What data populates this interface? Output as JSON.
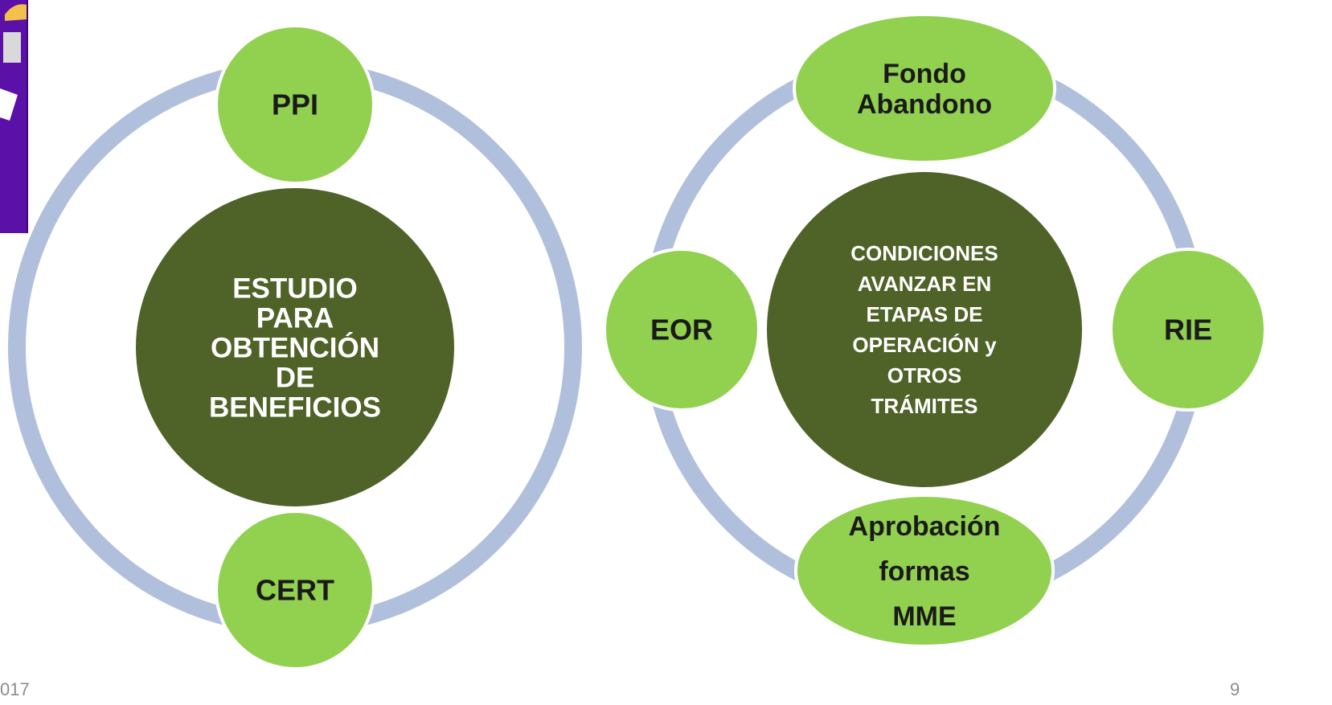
{
  "colors": {
    "ring": "#b0c0dc",
    "outer_node": "#92d050",
    "center_node": "#4f6228",
    "center_text": "#ffffff",
    "outer_text": "#1a1a1a",
    "illustration_purple": "#5b10a8"
  },
  "diagram_left": {
    "center": {
      "lines": [
        "ESTUDIO",
        "PARA",
        "OBTENCIÓN",
        "DE",
        "BENEFICIOS"
      ]
    },
    "nodes": [
      {
        "id": "ppi",
        "lines": [
          "PPI"
        ]
      },
      {
        "id": "cert",
        "lines": [
          "CERT"
        ]
      }
    ]
  },
  "diagram_right": {
    "center": {
      "lines": [
        "CONDICIONES",
        "AVANZAR EN",
        "ETAPAS DE",
        "OPERACIÓN y",
        "OTROS",
        "TRÁMITES"
      ]
    },
    "nodes": [
      {
        "id": "fondo",
        "lines": [
          "Fondo",
          "Abandono"
        ]
      },
      {
        "id": "rie",
        "lines": [
          "RIE"
        ]
      },
      {
        "id": "aprobacion",
        "lines": [
          "Aprobación",
          "formas",
          "MME"
        ]
      },
      {
        "id": "eor",
        "lines": [
          "EOR"
        ]
      }
    ]
  },
  "footer": {
    "left_text": "017",
    "page_number": "9"
  },
  "icons": {
    "illustration": "worker-with-hardhat-illustration"
  }
}
